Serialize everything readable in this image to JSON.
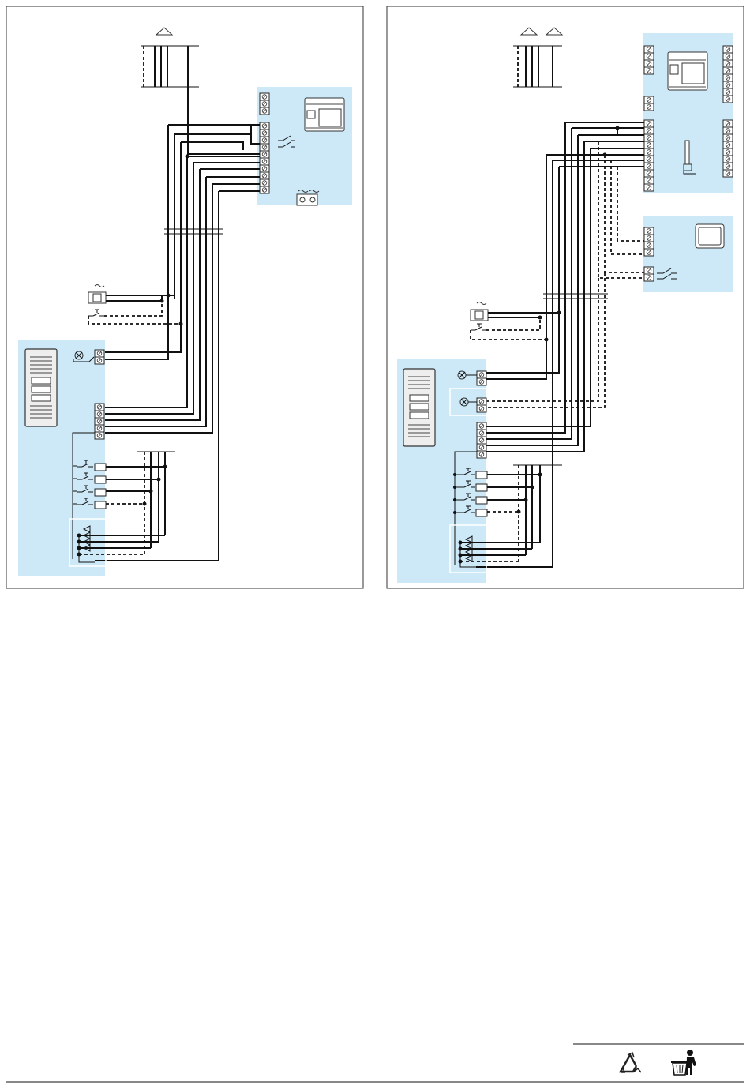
{
  "page": {
    "title": "",
    "footer": {
      "icons": [
        "recycle-icon",
        "waste-bin-icon"
      ]
    }
  },
  "diagrams": [
    {
      "name": "wiring-diagram-left",
      "regions": [
        "power-supply-module",
        "entrance-panel-module"
      ],
      "components": [
        "riser-bus",
        "relay-terminal-block",
        "power-supply-unit",
        "mains-input-terminal",
        "electric-lock",
        "exit-button",
        "panel-lamp",
        "call-buttons",
        "audio-terminals"
      ]
    },
    {
      "name": "wiring-diagram-right",
      "regions": [
        "power-supply-module",
        "relay-module",
        "entrance-panel-module"
      ],
      "components": [
        "riser-bus",
        "dual-terminal-strip",
        "power-supply-unit",
        "auxiliary-relay-unit",
        "electric-lock",
        "exit-button",
        "panel-lamp",
        "call-buttons",
        "audio-terminals"
      ]
    }
  ],
  "colors": {
    "module_fill": "#cde9f8",
    "wire": "#111111",
    "frame": "#333333"
  }
}
